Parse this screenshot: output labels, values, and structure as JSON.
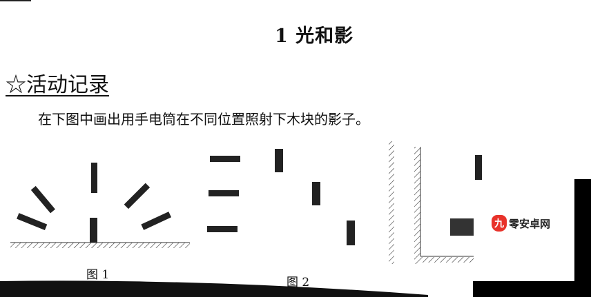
{
  "header": {
    "title": "1 光和影"
  },
  "section": {
    "heading": "☆活动记录"
  },
  "instruction": "在下图中画出用手电筒在不同位置照射下木块的影子。",
  "figures": [
    {
      "caption": "图 1"
    },
    {
      "caption": "图 2"
    }
  ],
  "watermark": {
    "logo_char": "九",
    "text": "零安卓网"
  }
}
